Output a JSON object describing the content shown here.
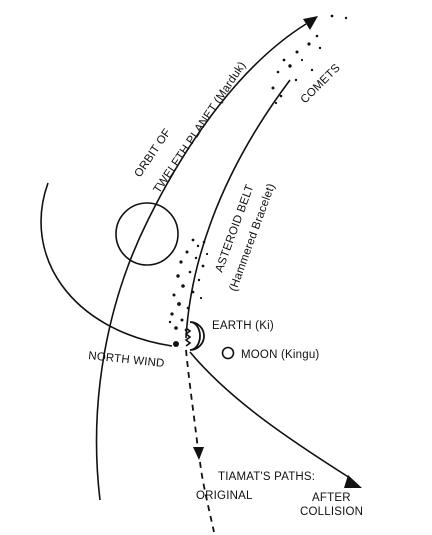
{
  "labels": {
    "orbit_line1": "ORBIT OF",
    "orbit_line2": "TWELFTH PLANET (Marduk)",
    "comets": "COMETS",
    "asteroid_line1": "ASTEROID BELT",
    "asteroid_line2": "(Hammered Bracelet)",
    "earth": "EARTH (Ki)",
    "moon": "MOON (Kingu)",
    "north_wind": "NORTH WIND",
    "tiamat_paths": "TIAMAT'S PATHS:",
    "original": "ORIGINAL",
    "after_line1": "AFTER",
    "after_line2": "COLLISION"
  },
  "colors": {
    "ink": "#111111",
    "background": "#ffffff"
  }
}
